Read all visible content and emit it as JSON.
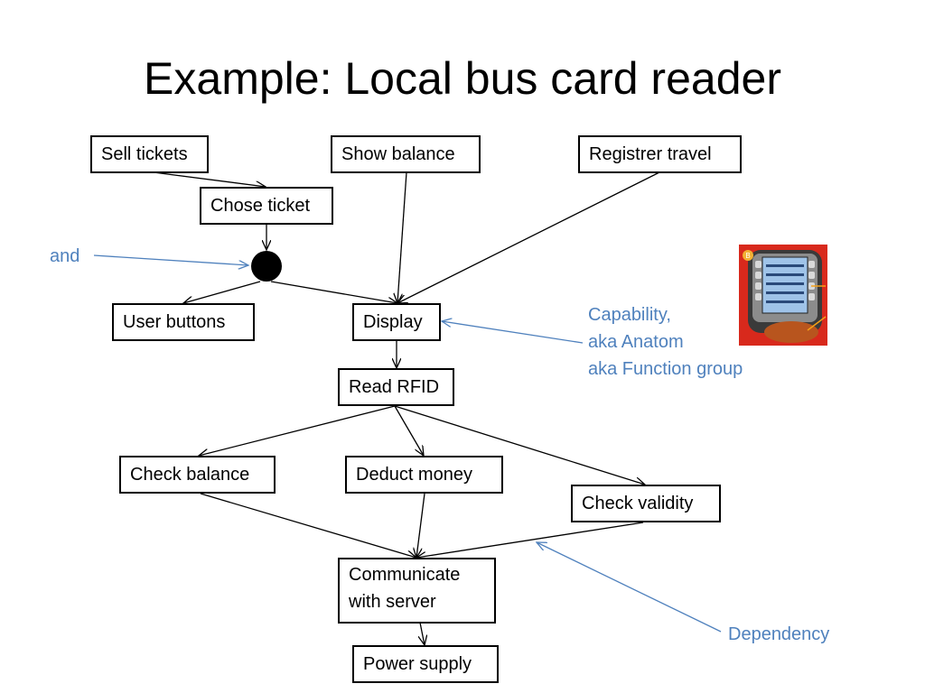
{
  "title": "Example: Local bus card reader",
  "nodes": {
    "sell_tickets": "Sell tickets",
    "show_balance": "Show balance",
    "register_travel": "Registrer travel",
    "chose_ticket": "Chose ticket",
    "user_buttons": "User buttons",
    "display": "Display",
    "read_rfid": "Read RFID",
    "check_balance": "Check balance",
    "deduct_money": "Deduct money",
    "check_validity": "Check validity",
    "communicate_line1": "Communicate",
    "communicate_line2": "with server",
    "power_supply": "Power supply"
  },
  "annotations": {
    "and": "and",
    "capability_line1": "Capability,",
    "capability_line2": "aka Anatom",
    "capability_line3": "aka Function group",
    "dependency": "Dependency"
  },
  "device_photo": {
    "badge": "B"
  },
  "colors": {
    "annotation": "#4f81bd",
    "edge": "#000000",
    "device": "#d8291c"
  }
}
